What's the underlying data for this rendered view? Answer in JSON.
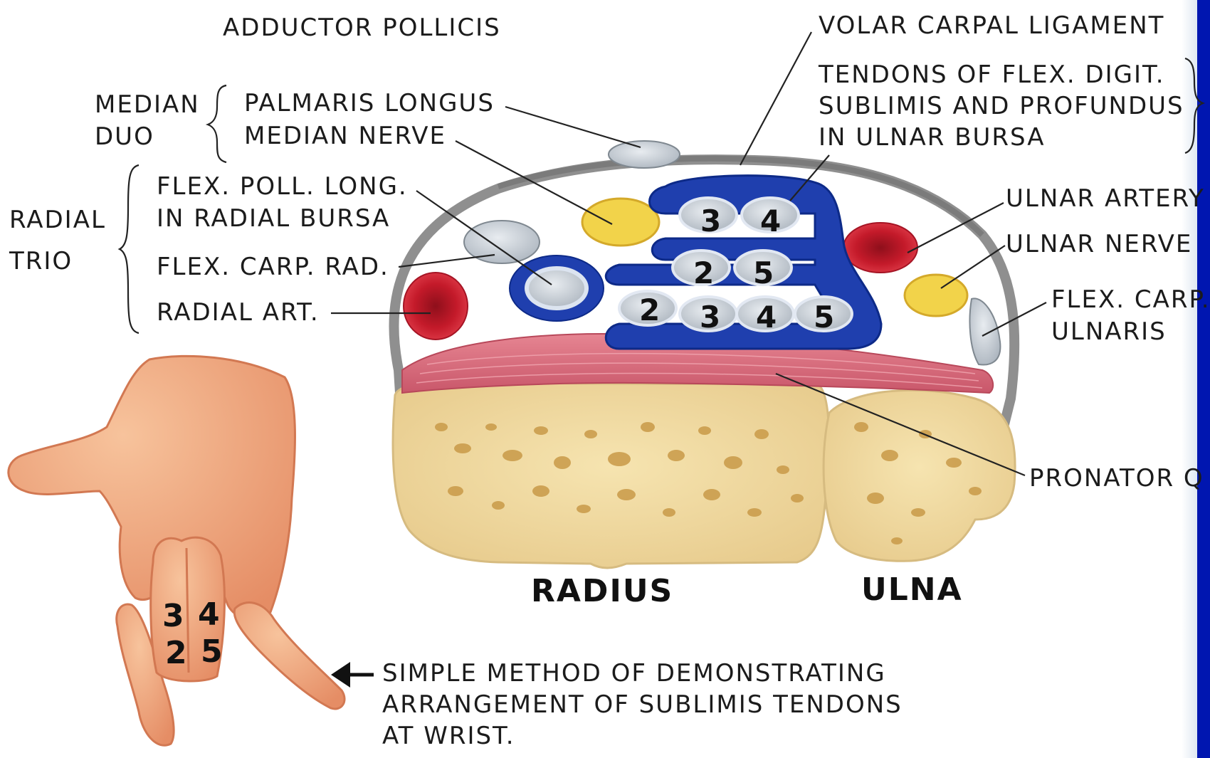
{
  "labels": {
    "adductor_pollicis": "ADDUCTOR POLLICIS",
    "volar_carpal_ligament": "VOLAR CARPAL LIGAMENT",
    "median_duo_line1": "MEDIAN",
    "median_duo_line2": "DUO",
    "palmaris_longus": "PALMARIS LONGUS",
    "median_nerve": "MEDIAN NERVE",
    "tendons_line1": "TENDONS OF FLEX. DIGIT.",
    "tendons_line2": "SUBLIMIS AND PROFUNDUS",
    "tendons_line3": "IN ULNAR BURSA",
    "radial_trio_line1": "RADIAL",
    "radial_trio_line2": "TRIO",
    "flex_poll_long_line1": "FLEX. POLL. LONG.",
    "flex_poll_long_line2": "IN RADIAL BURSA",
    "flex_carp_rad": "FLEX. CARP. RAD.",
    "radial_art": "RADIAL ART.",
    "ulnar_artery": "ULNAR ARTERY",
    "ulnar_nerve": "ULNAR NERVE",
    "flex_carp_ulnaris_line1": "FLEX. CARP.",
    "flex_carp_ulnaris_line2": "ULNARIS",
    "pronator_q": "PRONATOR Q",
    "radius": "RADIUS",
    "ulna": "ULNA",
    "caption_line1": "SIMPLE METHOD OF DEMONSTRATING",
    "caption_line2": "ARRANGEMENT OF SUBLIMIS TENDONS",
    "caption_line3": "AT WRIST."
  },
  "tendon_numbers": {
    "superficial_row": [
      "3",
      "4"
    ],
    "middle_row": [
      "2",
      "5"
    ],
    "deep_row": [
      "2",
      "3",
      "4",
      "5"
    ]
  },
  "hand_numbers": {
    "top": [
      "3",
      "4"
    ],
    "bottom": [
      "2",
      "5"
    ]
  },
  "colors": {
    "background_blue": "#0016b0",
    "bursa_blue": "#1f3fae",
    "artery_red": "#c41a2a",
    "nerve_yellow": "#f2d34a",
    "bone": "#f1dca0",
    "muscle_pink": "#d9707e",
    "skin": "#f0a57a"
  }
}
